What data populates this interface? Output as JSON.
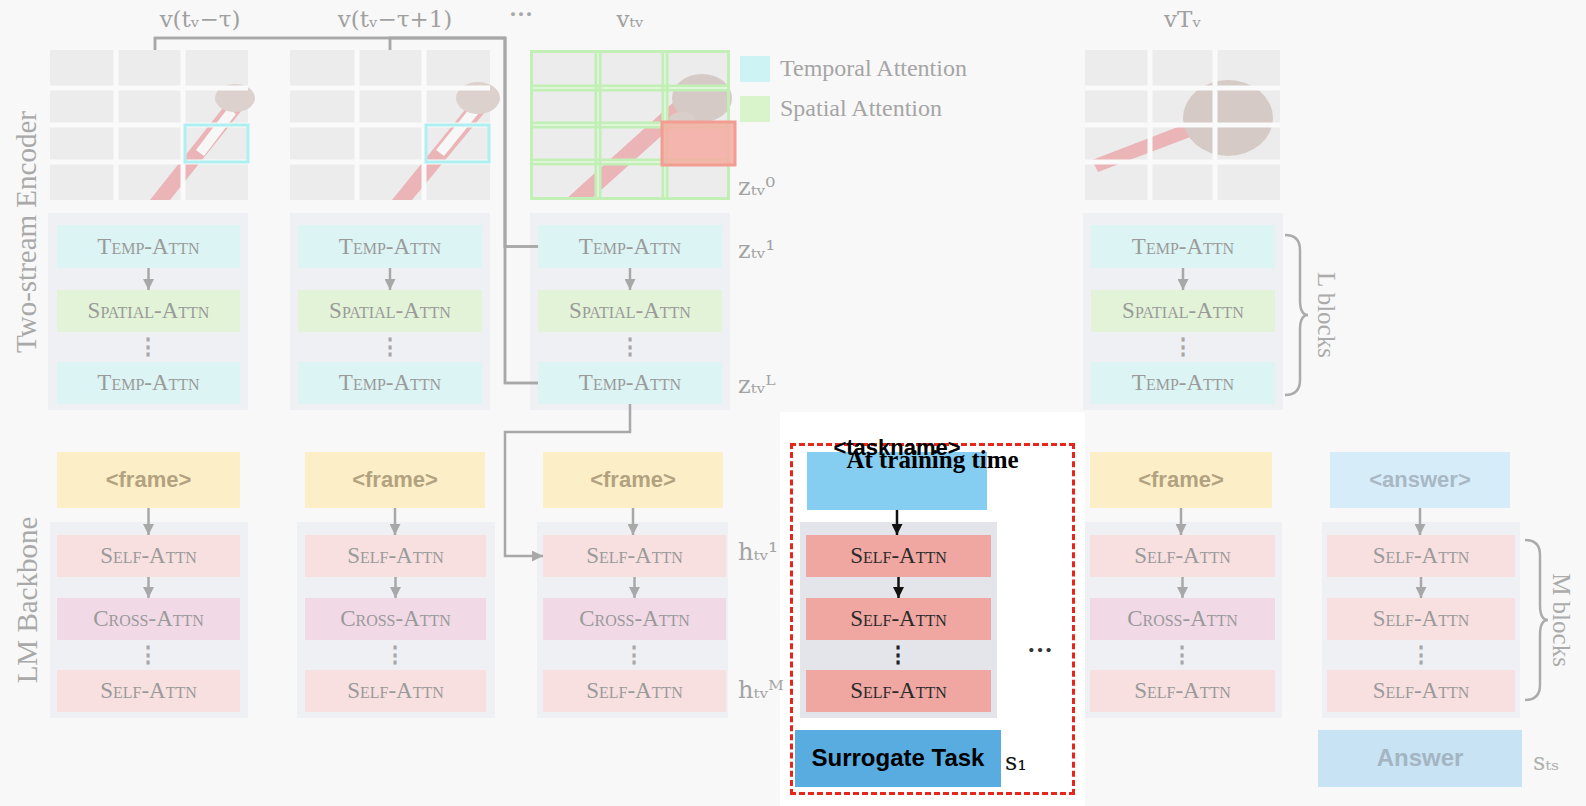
{
  "diagram": {
    "nodes": [
      {
        "text": [
          "v(tᵥ−τ)"
        ]
      },
      {
        "text": [
          "v(tᵥ−τ+1)"
        ]
      },
      {
        "text": [
          "vₜᵥ"
        ]
      },
      {
        "text": [
          "vTᵥ"
        ]
      },
      {
        "text": [
          "Temp-Attn"
        ]
      },
      {
        "text": [
          "Spatial-Attn"
        ]
      },
      {
        "text": [
          "Temp-Attn"
        ]
      },
      {
        "text": [
          "Temp-Attn"
        ]
      },
      {
        "text": [
          "Spatial-Attn"
        ]
      },
      {
        "text": [
          "Temp-Attn"
        ]
      },
      {
        "text": [
          "Temp-Attn"
        ]
      },
      {
        "text": [
          "Spatial-Attn"
        ]
      },
      {
        "text": [
          "Temp-Attn"
        ]
      },
      {
        "text": [
          "Temp-Attn"
        ]
      },
      {
        "text": [
          "Spatial-Attn"
        ]
      },
      {
        "text": [
          "Temp-Attn"
        ]
      },
      {
        "text": [
          "<frame>"
        ]
      },
      {
        "text": [
          "Self-Attn"
        ]
      },
      {
        "text": [
          "Cross-Attn"
        ]
      },
      {
        "text": [
          "Self-Attn"
        ]
      },
      {
        "text": [
          "<frame>"
        ]
      },
      {
        "text": [
          "Self-Attn"
        ]
      },
      {
        "text": [
          "Cross-Attn"
        ]
      },
      {
        "text": [
          "Self-Attn"
        ]
      },
      {
        "text": [
          "<frame>"
        ]
      },
      {
        "text": [
          "Self-Attn"
        ]
      },
      {
        "text": [
          "Cross-Attn"
        ]
      },
      {
        "text": [
          "Self-Attn"
        ]
      },
      {
        "text": [
          "At training time"
        ]
      },
      {
        "text": [
          "<taskname>"
        ],
        "in": 28
      },
      {
        "text": [
          "Self-Attn"
        ],
        "in": 28
      },
      {
        "text": [
          "Self-Attn"
        ],
        "in": 28
      },
      {
        "text": [
          "Self-Attn"
        ],
        "in": 28
      },
      {
        "text": [
          "Surrogate Task"
        ],
        "in": 28
      },
      {
        "text": [
          "<frame>"
        ]
      },
      {
        "text": [
          "Self-Attn"
        ]
      },
      {
        "text": [
          "Cross-Attn"
        ]
      },
      {
        "text": [
          "Self-Attn"
        ]
      },
      {
        "text": [
          "<answer>"
        ]
      },
      {
        "text": [
          "Self-Attn"
        ]
      },
      {
        "text": [
          "Self-Attn"
        ]
      },
      {
        "text": [
          "Self-Attn"
        ]
      },
      {
        "text": [
          "Answer"
        ]
      }
    ],
    "edges": [
      {
        "from": 0,
        "to": 10,
        "arrow": "none"
      },
      {
        "from": 1,
        "to": 10,
        "arrow": "none"
      },
      {
        "from": 0,
        "to": 12,
        "arrow": "none"
      },
      {
        "from": 1,
        "to": 12,
        "arrow": "none"
      },
      {
        "from": 4,
        "to": 5,
        "arrow": "to"
      },
      {
        "from": 7,
        "to": 8,
        "arrow": "to"
      },
      {
        "from": 10,
        "to": 11,
        "arrow": "to"
      },
      {
        "from": 13,
        "to": 14,
        "arrow": "to"
      },
      {
        "from": 16,
        "to": 17,
        "arrow": "to"
      },
      {
        "from": 17,
        "to": 18,
        "arrow": "to"
      },
      {
        "from": 20,
        "to": 21,
        "arrow": "to"
      },
      {
        "from": 21,
        "to": 22,
        "arrow": "to"
      },
      {
        "from": 24,
        "to": 25,
        "arrow": "to"
      },
      {
        "from": 25,
        "to": 26,
        "arrow": "to"
      },
      {
        "from": 29,
        "to": 30,
        "arrow": "to"
      },
      {
        "from": 30,
        "to": 31,
        "arrow": "to"
      },
      {
        "from": 34,
        "to": 35,
        "arrow": "to"
      },
      {
        "from": 35,
        "to": 36,
        "arrow": "to"
      },
      {
        "from": 38,
        "to": 39,
        "arrow": "to"
      },
      {
        "from": 39,
        "to": 40,
        "arrow": "to"
      },
      {
        "from": 12,
        "to": 25,
        "arrow": "to"
      }
    ],
    "labels": [
      "Two-stream Encoder",
      "LM Backbone",
      "···",
      "zₜᵥ⁰",
      "zₜᵥ¹",
      "zₜᵥᴸ",
      "L blocks",
      "⋮",
      "⋮",
      "⋮",
      "⋮",
      "hₜᵥ¹",
      "hₜᵥᴹ",
      "⋮",
      "⋮",
      "⋮",
      "⋮",
      "⋮",
      "⋮",
      "···",
      "s₁",
      "M blocks",
      "sₜₛ"
    ],
    "legend": [
      {
        "text": "Temporal Attention",
        "color": "#cdf3f4"
      },
      {
        "text": "Spatial Attention",
        "color": "#d9f3cb"
      }
    ]
  }
}
